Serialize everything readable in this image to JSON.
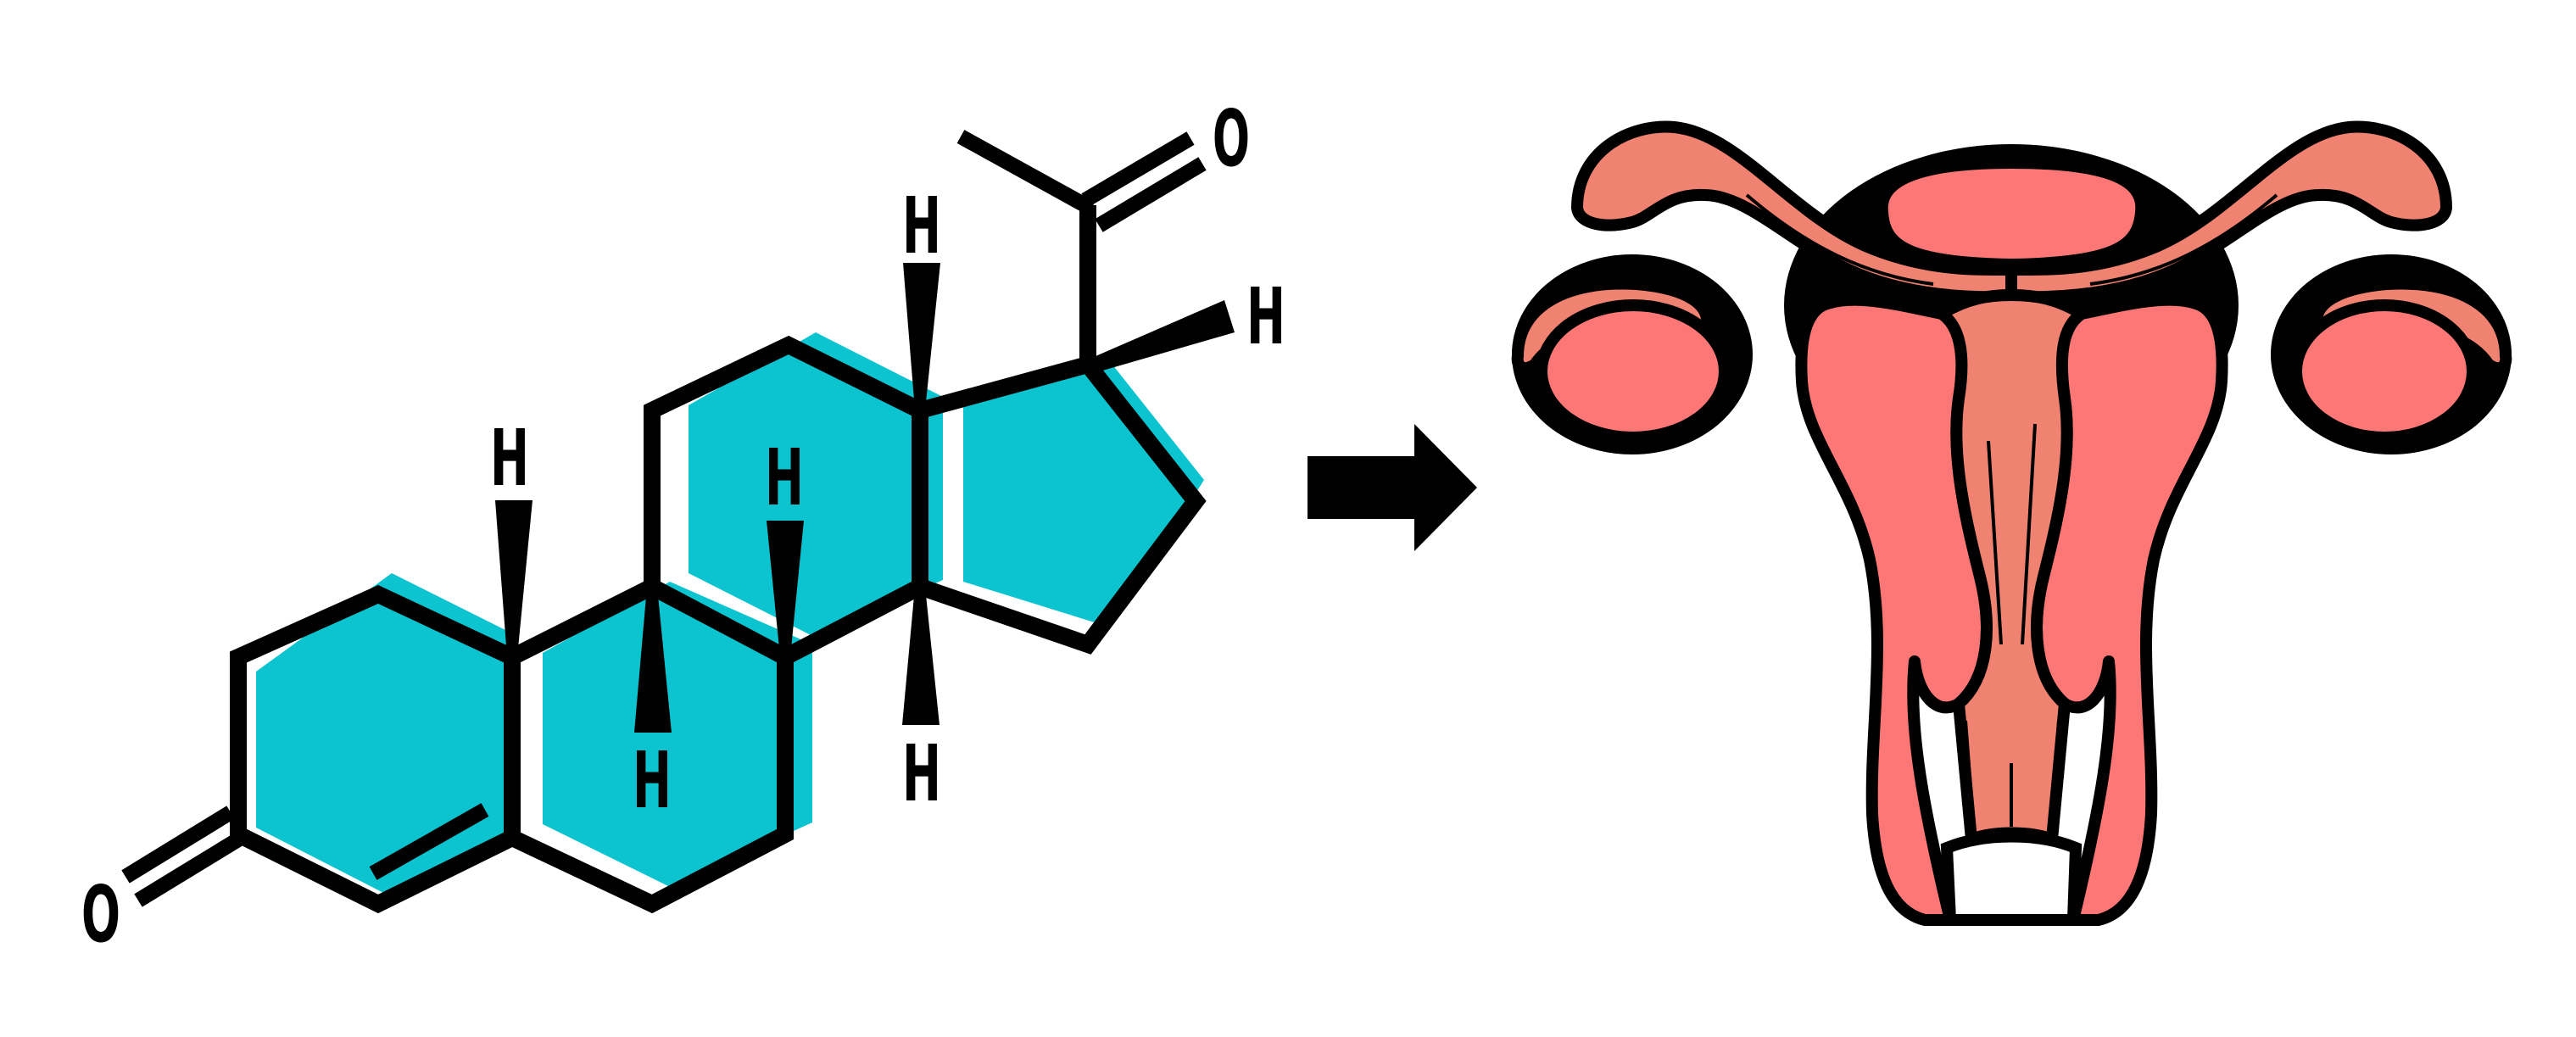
{
  "figure": {
    "description": "Progesterone molecule structure with arrow pointing to female reproductive system",
    "molecule": {
      "name": "progesterone-structure",
      "atoms": {
        "o_ketone_ring_a": "O",
        "o_ketone_side_chain": "O",
        "h_c10": "H",
        "h_c9": "H",
        "h_c8": "H",
        "h_c13": "H",
        "h_c14": "H",
        "h_c17": "H"
      }
    },
    "arrow": {
      "direction": "right"
    },
    "anatomy": {
      "name": "uterus-illustration"
    }
  },
  "colors": {
    "ring_fill": "#0CC4D0",
    "bond": "#000000",
    "uterus_body": "#FD7777",
    "tube": "#EF8270",
    "outline": "#000000",
    "background": "#FFFFFF"
  }
}
